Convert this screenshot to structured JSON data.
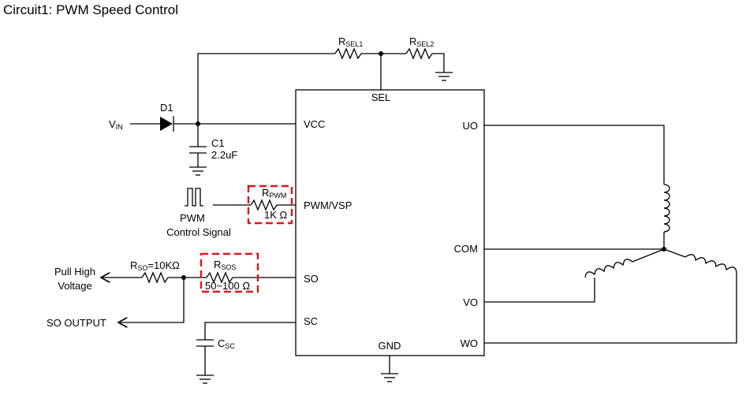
{
  "title": "Circuit1: PWM Speed Control",
  "ic": {
    "pins": {
      "vcc": "VCC",
      "sel": "SEL",
      "pwm": "PWM/VSP",
      "so": "SO",
      "sc": "SC",
      "gnd": "GND",
      "uo": "UO",
      "com": "COM",
      "vo": "VO",
      "wo": "WO"
    }
  },
  "components": {
    "rsel1": {
      "main": "R",
      "sub": "SEL1"
    },
    "rsel2": {
      "main": "R",
      "sub": "SEL2"
    },
    "vin": {
      "main": "V",
      "sub": "IN"
    },
    "d1": "D1",
    "c1": {
      "name": "C1",
      "value": "2.2uF"
    },
    "rpwm": {
      "main": "R",
      "sub": "PWM",
      "value": "1K Ω"
    },
    "pwm_signal": {
      "line1": "PWM",
      "line2": "Control Signal"
    },
    "rso": {
      "main": "R",
      "sub": "SO",
      "value": "=10KΩ"
    },
    "rsos": {
      "main": "R",
      "sub": "SOS",
      "value": "50~100 Ω"
    },
    "pull_high": {
      "line1": "Pull High",
      "line2": "Voltage"
    },
    "so_output": "SO OUTPUT",
    "csc": {
      "main": "C",
      "sub": "SC"
    }
  },
  "colors": {
    "wire": "#000000",
    "highlight": "#e0141c"
  }
}
